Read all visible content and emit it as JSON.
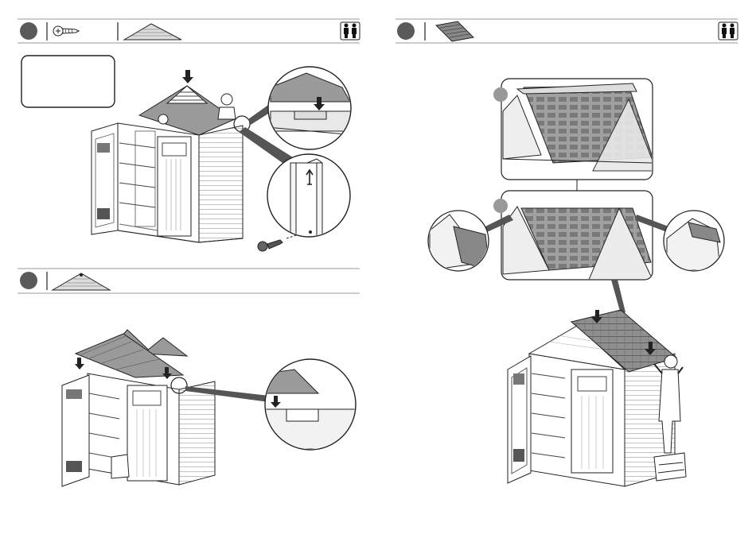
{
  "steps": [
    {
      "name": "step-header-left-top",
      "parts": [
        "screw",
        "roof-gable"
      ],
      "people_icon": "two-people-icon"
    },
    {
      "name": "step-header-left-bottom",
      "parts": [
        "roof-gable"
      ]
    },
    {
      "name": "step-header-right",
      "parts": [
        "roof-panel"
      ],
      "people_icon": "two-people-icon"
    }
  ],
  "note_box_text": "",
  "colors": {
    "line": "#222222",
    "fill_gray": "#9a9a9a",
    "dark_gray": "#555555",
    "badge": "#5a5a5a",
    "paper": "#ffffff"
  }
}
